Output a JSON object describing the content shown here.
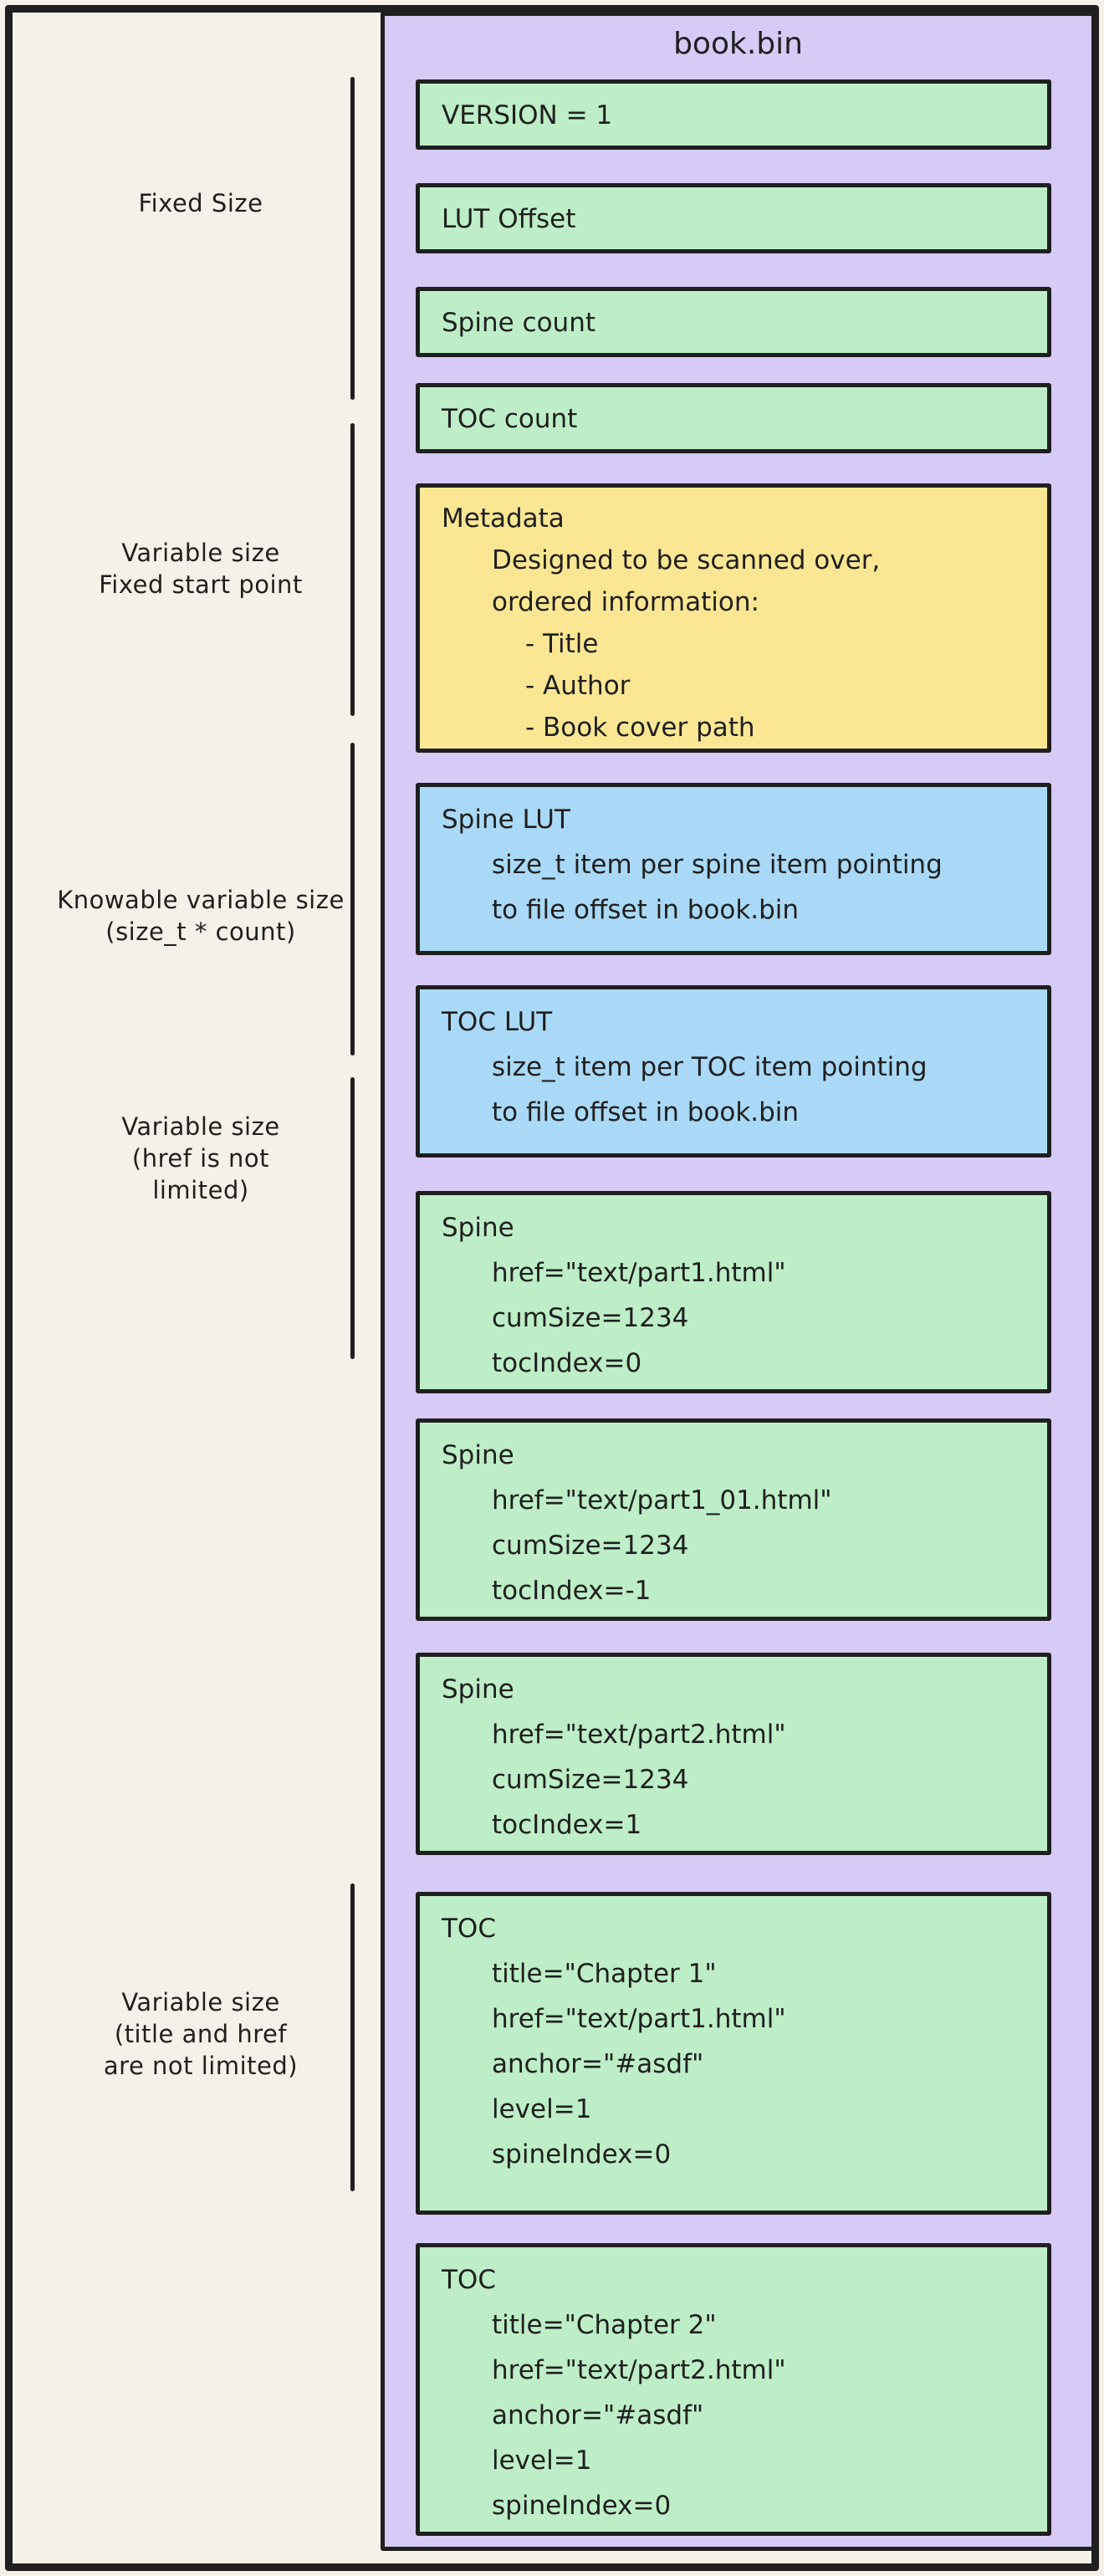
{
  "title": "book.bin",
  "palette": {
    "canvas_bg": "#f6f1e8",
    "container_bg": "#d6caf6",
    "green": "#bdeec7",
    "yellow": "#fbe793",
    "blue": "#a9d9f6",
    "ink": "#1f1f1f"
  },
  "left_labels": [
    {
      "lines": [
        {
          "t": "Fixed Size",
          "i": 0
        }
      ]
    },
    {
      "lines": [
        {
          "t": "Variable size",
          "i": 0
        },
        {
          "t": "Fixed start point",
          "i": 0
        }
      ]
    },
    {
      "lines": [
        {
          "t": "Knowable variable size",
          "i": 0
        },
        {
          "t": "(size_t * count)",
          "i": 0
        }
      ]
    },
    {
      "lines": [
        {
          "t": "Variable size",
          "i": 0
        },
        {
          "t": "(href is not",
          "i": 0
        },
        {
          "t": "limited)",
          "i": 0
        }
      ]
    },
    {
      "lines": [
        {
          "t": "Variable size",
          "i": 0
        },
        {
          "t": "(title and href",
          "i": 0
        },
        {
          "t": "are not limited)",
          "i": 0
        }
      ]
    }
  ],
  "blocks": [
    {
      "color": "green",
      "lines": [
        {
          "t": "VERSION = 1",
          "i": 0
        }
      ]
    },
    {
      "color": "green",
      "lines": [
        {
          "t": "LUT Offset",
          "i": 0
        }
      ]
    },
    {
      "color": "green",
      "lines": [
        {
          "t": "Spine count",
          "i": 0
        }
      ]
    },
    {
      "color": "green",
      "lines": [
        {
          "t": "TOC count",
          "i": 0
        }
      ]
    },
    {
      "color": "yellow",
      "lines": [
        {
          "t": "Metadata",
          "i": 0
        },
        {
          "t": "Designed to be scanned over,",
          "i": 1
        },
        {
          "t": "ordered information:",
          "i": 1
        },
        {
          "t": "- Title",
          "i": 2
        },
        {
          "t": "- Author",
          "i": 2
        },
        {
          "t": "- Book cover path",
          "i": 2
        }
      ]
    },
    {
      "color": "blue",
      "lines": [
        {
          "t": "Spine LUT",
          "i": 0
        },
        {
          "t": "size_t item per spine item pointing",
          "i": 1
        },
        {
          "t": "to file offset in book.bin",
          "i": 1
        }
      ]
    },
    {
      "color": "blue",
      "lines": [
        {
          "t": "TOC LUT",
          "i": 0
        },
        {
          "t": "size_t item per TOC item pointing",
          "i": 1
        },
        {
          "t": "to file offset in book.bin",
          "i": 1
        }
      ]
    },
    {
      "color": "green",
      "lines": [
        {
          "t": "Spine",
          "i": 0
        },
        {
          "t": "href=\"text/part1.html\"",
          "i": 1
        },
        {
          "t": "cumSize=1234",
          "i": 1
        },
        {
          "t": "tocIndex=0",
          "i": 1
        }
      ]
    },
    {
      "color": "green",
      "lines": [
        {
          "t": "Spine",
          "i": 0
        },
        {
          "t": "href=\"text/part1_01.html\"",
          "i": 1
        },
        {
          "t": "cumSize=1234",
          "i": 1
        },
        {
          "t": "tocIndex=-1",
          "i": 1
        }
      ]
    },
    {
      "color": "green",
      "lines": [
        {
          "t": "Spine",
          "i": 0
        },
        {
          "t": "href=\"text/part2.html\"",
          "i": 1
        },
        {
          "t": "cumSize=1234",
          "i": 1
        },
        {
          "t": "tocIndex=1",
          "i": 1
        }
      ]
    },
    {
      "color": "green",
      "lines": [
        {
          "t": "TOC",
          "i": 0
        },
        {
          "t": "title=\"Chapter 1\"",
          "i": 1
        },
        {
          "t": "href=\"text/part1.html\"",
          "i": 1
        },
        {
          "t": "anchor=\"#asdf\"",
          "i": 1
        },
        {
          "t": "level=1",
          "i": 1
        },
        {
          "t": "spineIndex=0",
          "i": 1
        }
      ]
    },
    {
      "color": "green",
      "lines": [
        {
          "t": "TOC",
          "i": 0
        },
        {
          "t": "title=\"Chapter 2\"",
          "i": 1
        },
        {
          "t": "href=\"text/part2.html\"",
          "i": 1
        },
        {
          "t": "anchor=\"#asdf\"",
          "i": 1
        },
        {
          "t": "level=1",
          "i": 1
        },
        {
          "t": "spineIndex=0",
          "i": 1
        }
      ]
    }
  ]
}
